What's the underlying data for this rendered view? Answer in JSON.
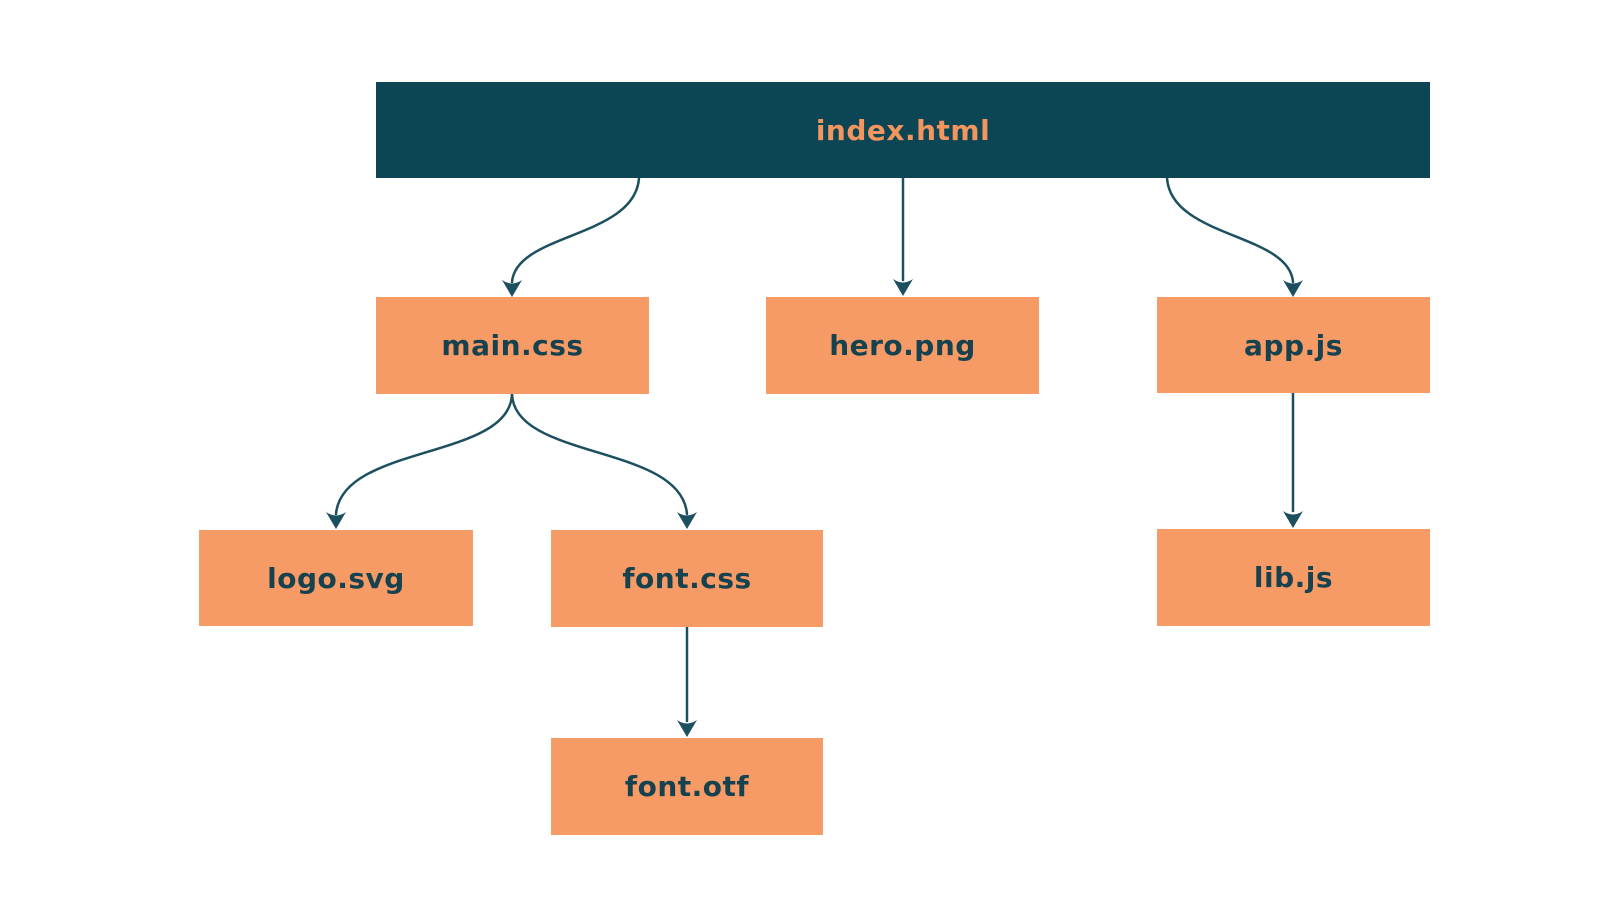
{
  "diagram": {
    "type": "dependency-tree",
    "colors": {
      "background": "#FFFFFF",
      "teal": "#0C4553",
      "orange": "#F79B66",
      "text_on_teal": "#F2955F",
      "text_on_orange": "#16414F",
      "arrow": "#1C5060"
    },
    "nodes": {
      "index_html": {
        "label": "index.html"
      },
      "main_css": {
        "label": "main.css"
      },
      "hero_png": {
        "label": "hero.png"
      },
      "app_js": {
        "label": "app.js"
      },
      "logo_svg": {
        "label": "logo.svg"
      },
      "font_css": {
        "label": "font.css"
      },
      "lib_js": {
        "label": "lib.js"
      },
      "font_otf": {
        "label": "font.otf"
      }
    },
    "edges": [
      {
        "from": "index.html",
        "to": "main.css"
      },
      {
        "from": "index.html",
        "to": "hero.png"
      },
      {
        "from": "index.html",
        "to": "app.js"
      },
      {
        "from": "main.css",
        "to": "logo.svg"
      },
      {
        "from": "main.css",
        "to": "font.css"
      },
      {
        "from": "font.css",
        "to": "font.otf"
      },
      {
        "from": "app.js",
        "to": "lib.js"
      }
    ]
  }
}
